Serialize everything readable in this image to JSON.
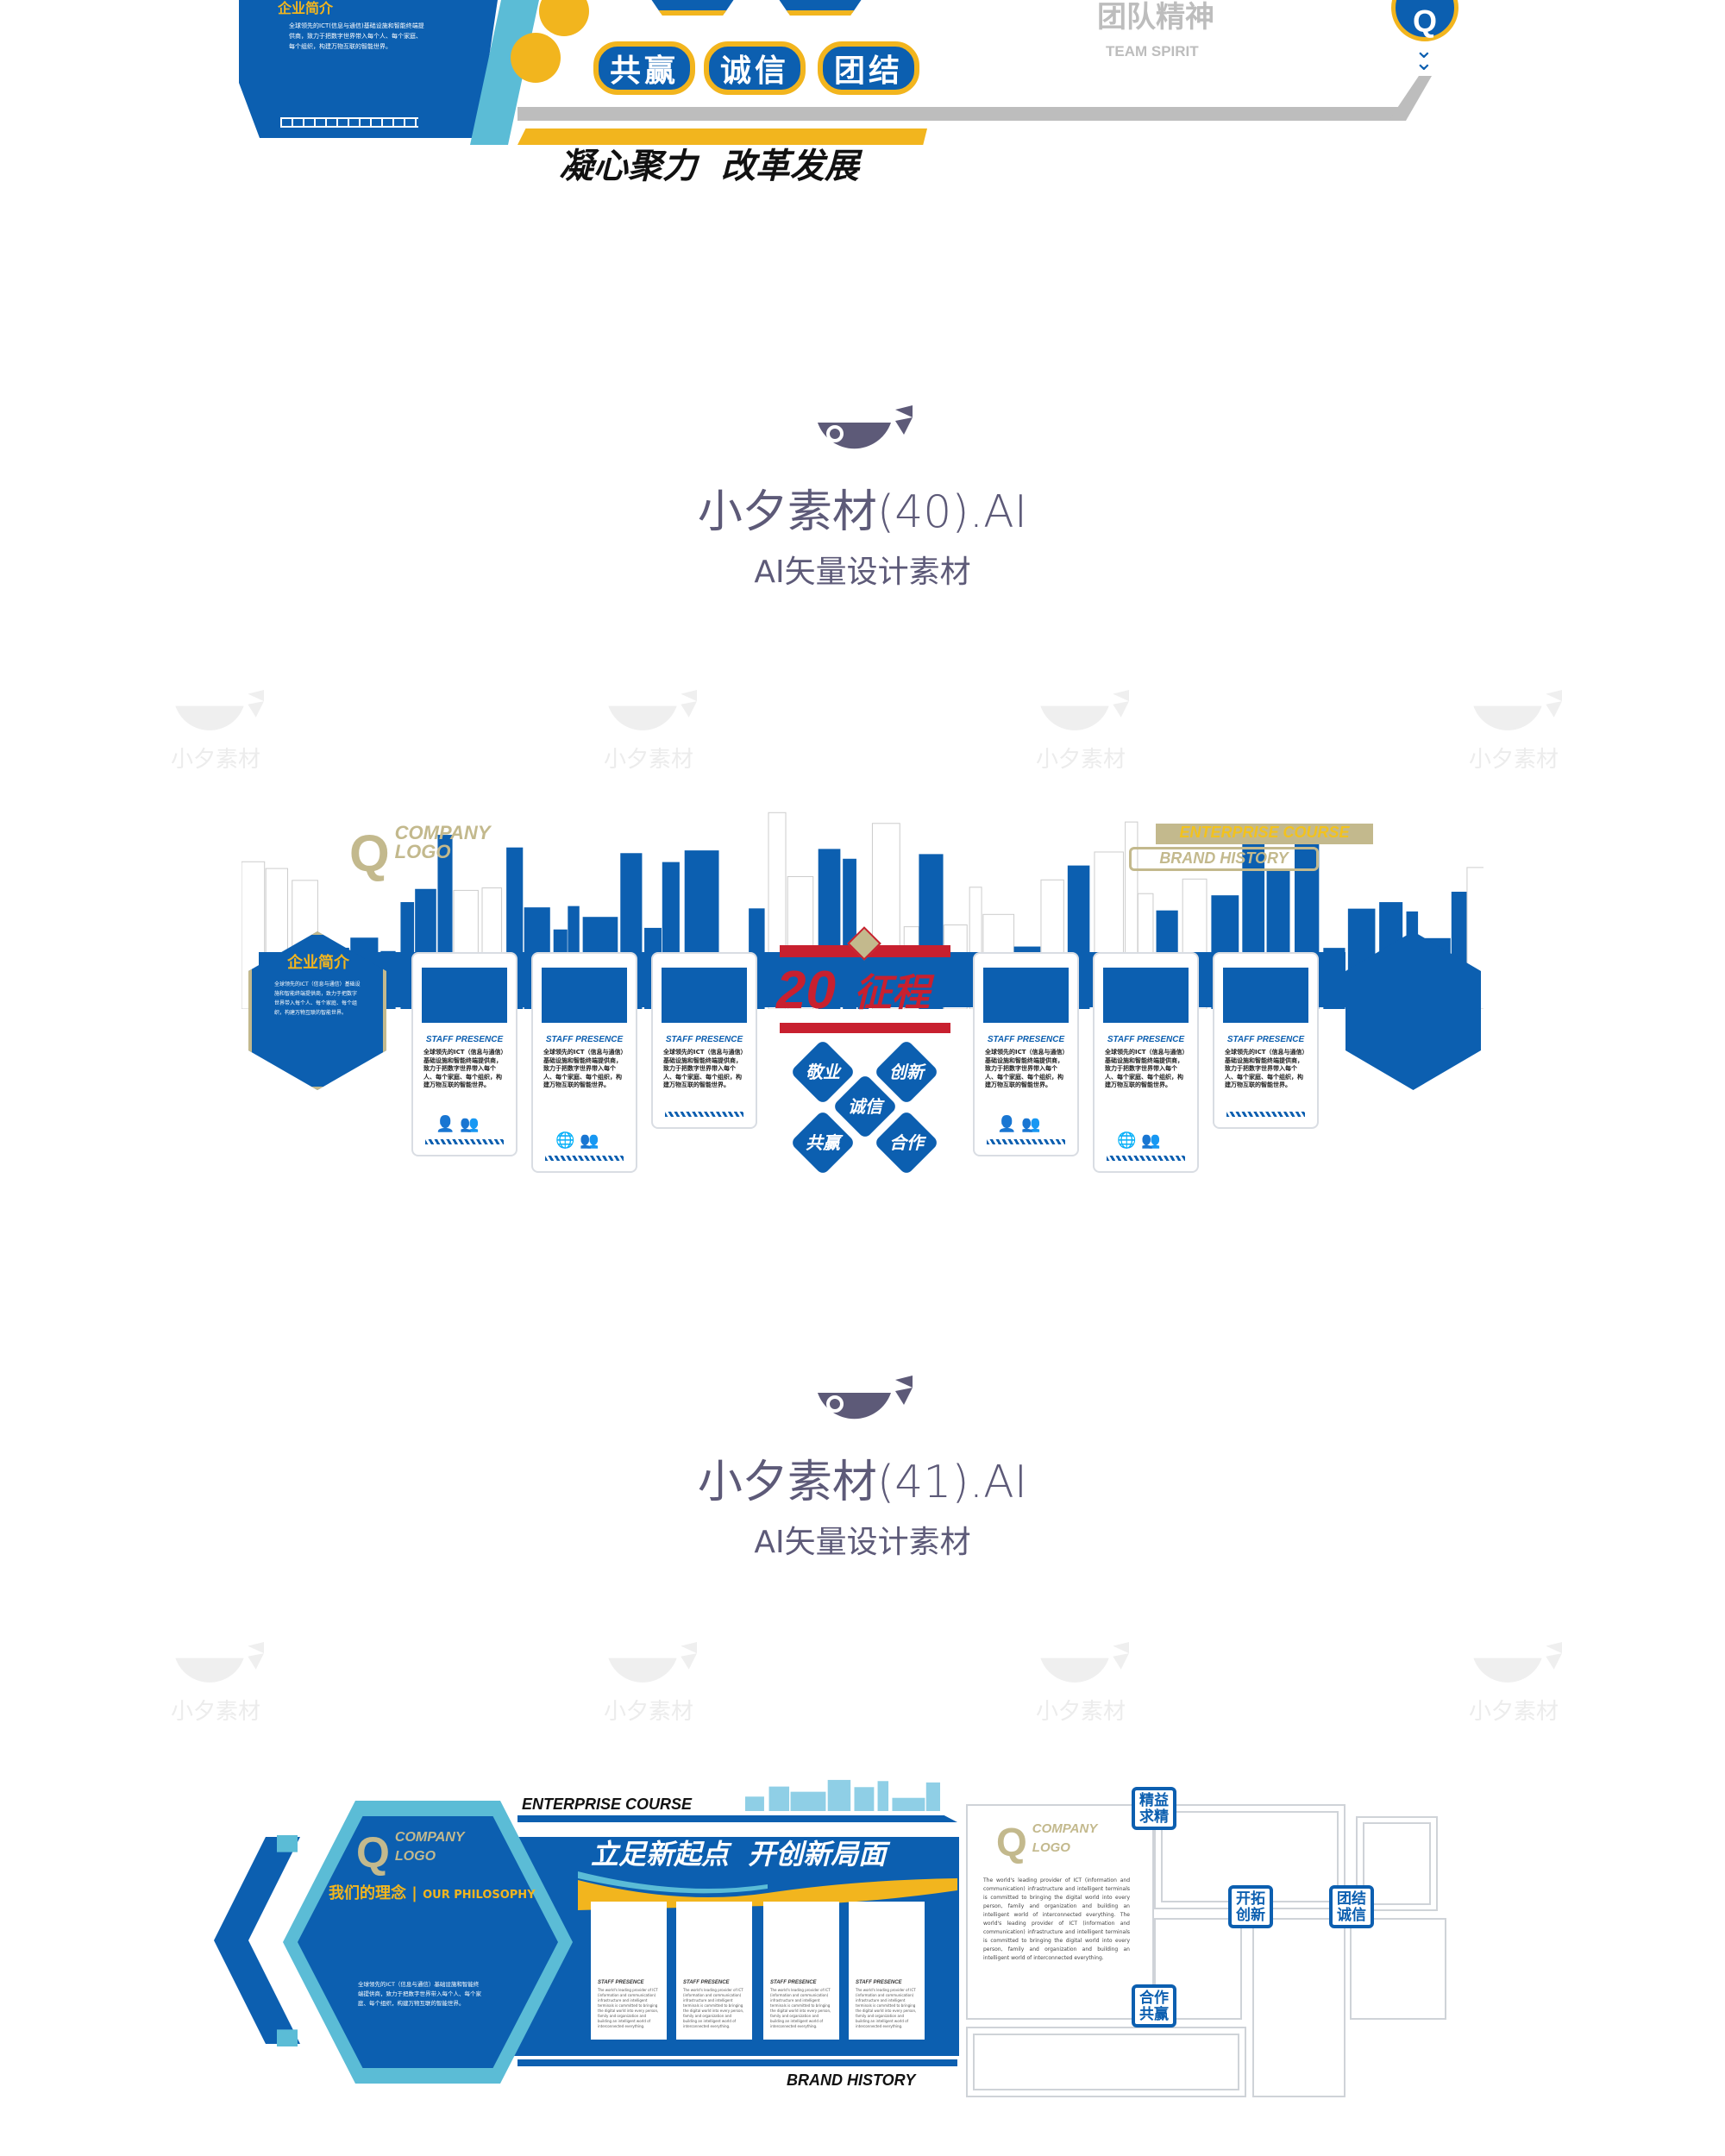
{
  "top_section": {
    "intro_title": "企业简介",
    "intro_text": "全球领先的ICT(信息与通信)基础设施和智能终端提供商，致力于把数字世界带入每个人、每个家庭、每个组织，构建万物互联的智能世界。",
    "badges": [
      "共赢",
      "诚信",
      "团结"
    ],
    "team_spirit_cn": "团队精神",
    "team_spirit_en": "TEAM SPIRIT",
    "slogan": "凝心聚力  改革发展"
  },
  "headers": [
    {
      "title": "小夕素材(40).AI",
      "subtitle": "AI矢量设计素材"
    },
    {
      "title": "小夕素材(41).AI",
      "subtitle": "AI矢量设计素材"
    }
  ],
  "watermark": "小夕素材",
  "middle_wall": {
    "logo_line1": "COMPANY",
    "logo_line2": "LOGO",
    "course_label": "ENTERPRISE COURSE",
    "brand_label": "BRAND HISTORY",
    "intro_title": "企业简介",
    "intro_text": "全球领先的ICT（信息与通信）基础设施和智能终端提供商，致力于把数字世界带入每个人、每个家庭、每个组织，构建万物互联的智能世界。",
    "card_title": "STAFF PRESENCE",
    "card_text": "全球领先的ICT（信息与通信）基础设施和智能终端提供商，致力于把数字世界带入每个人、每个家庭、每个组织，构建万物互联的智能世界。",
    "center_number": "20",
    "center_title": "征程",
    "diamonds": [
      "敬业",
      "创新",
      "诚信",
      "共赢",
      "合作"
    ],
    "colors": {
      "blue": "#0c5fb0",
      "red": "#c8202f",
      "gold": "#c3b98d",
      "yellow": "#f2b51e"
    }
  },
  "bottom_wall": {
    "course_label": "ENTERPRISE COURSE",
    "brand_label": "BRAND HISTORY",
    "logo_line1": "COMPANY",
    "logo_line2": "LOGO",
    "philosophy_cn": "我们的理念",
    "philosophy_en": "OUR PHILOSOPHY",
    "philosophy_text": "全球领先的ICT（信息与通信）基础设施和智能终端提供商，致力于把数字世界带入每个人、每个家庭、每个组织，构建万物互联的智能世界。",
    "slogan": "立足新起点  开创新局面",
    "card_title": "STAFF PRESENCE",
    "card_text": "The world's leading provider of ICT (information and communication) infrastructure and intelligent terminals is committed to bringing the digital world into every person, family and organization and building an intelligent world of interconnected everything.",
    "right_text": "The world's leading provider of ICT (information and communication) infrastructure and intelligent terminals is committed to bringing the digital world into every person, family and organization and building an intelligent world of interconnected everything. The world's leading provider of ICT (information and communication) infrastructure and intelligent terminals is committed to bringing the digital world into every person, family and organization and building an intelligent world of interconnected everything.",
    "value_badges": [
      "精益求精",
      "开拓创新",
      "团结诚信",
      "合作共赢"
    ]
  }
}
